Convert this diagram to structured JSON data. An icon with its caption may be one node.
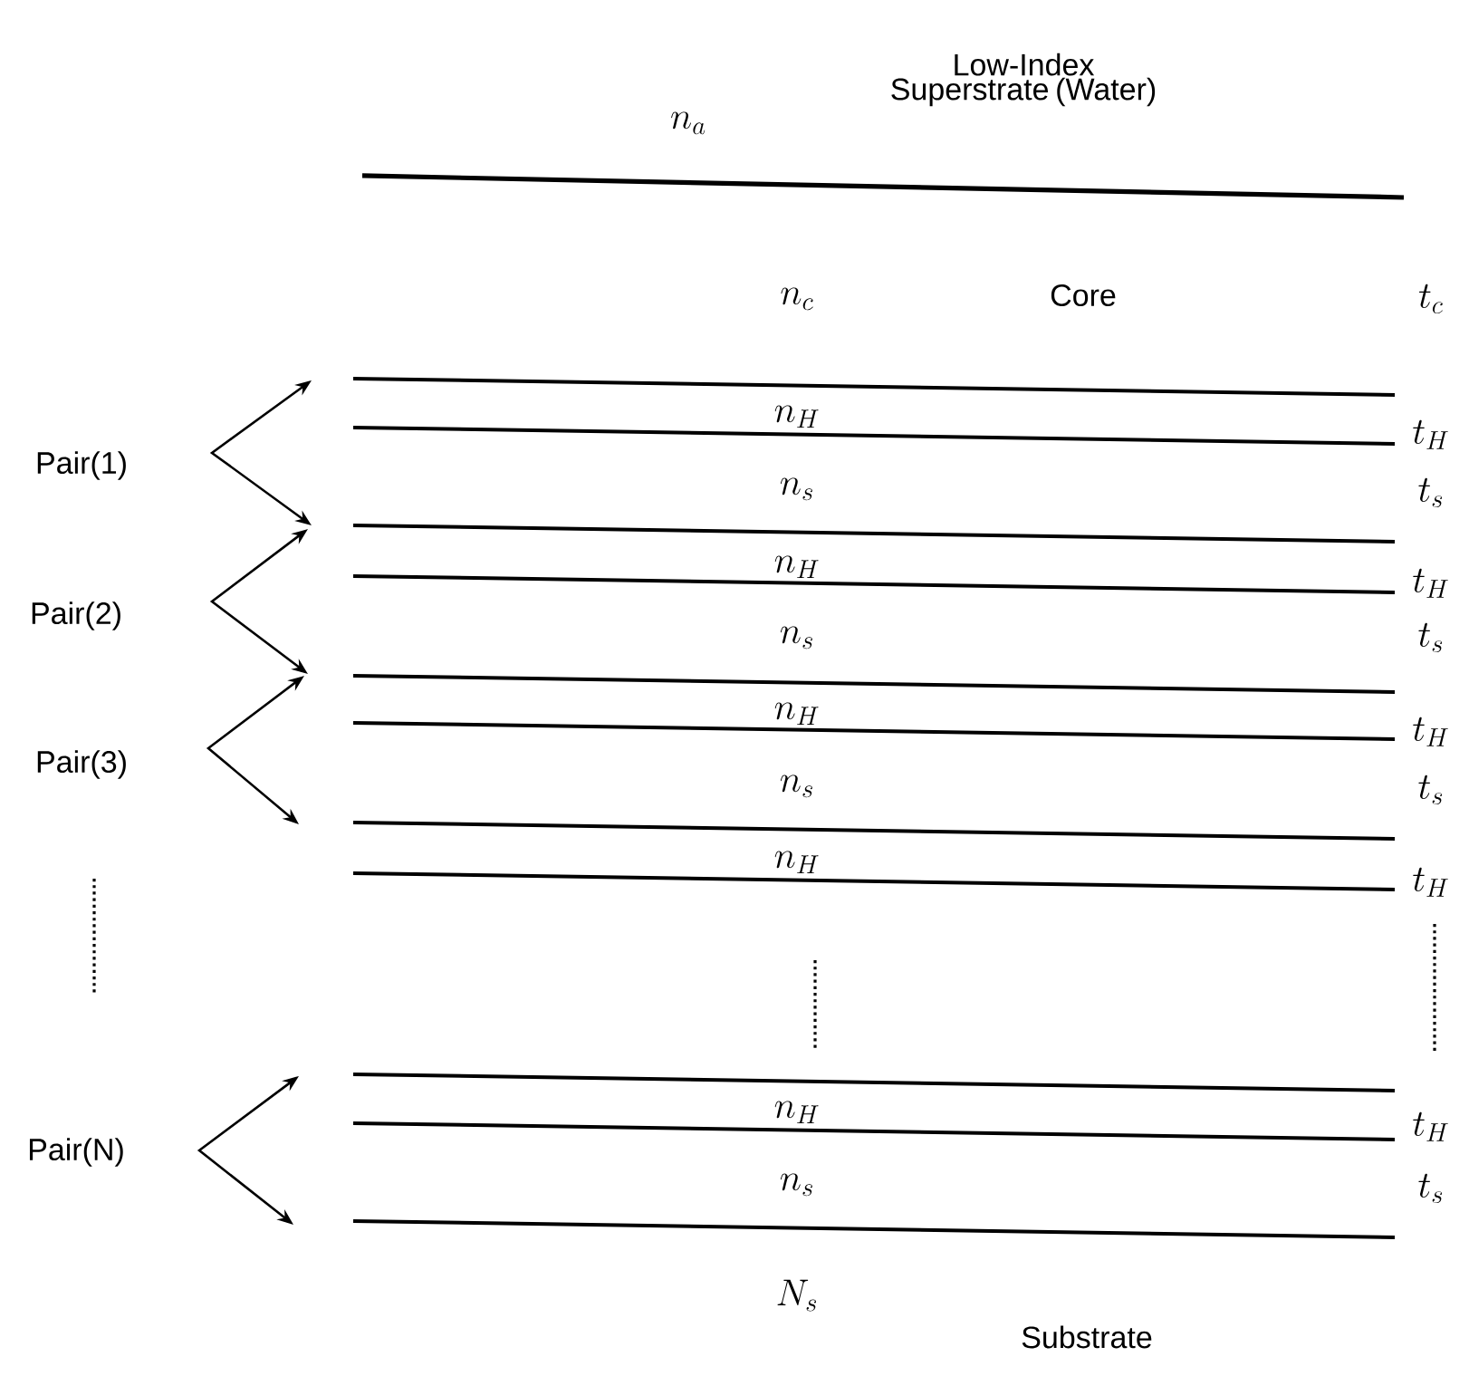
{
  "diagram": {
    "labels": [
      "Low-Index Superstrate (Water)",
      "n_a",
      "n_c",
      "Core",
      "t_c",
      "n_H",
      "t_H",
      "Pair(1)",
      "n_s",
      "t_s",
      "n_H",
      "t_H",
      "Pair(2)",
      "n_s",
      "t_s",
      "n_H",
      "t_H",
      "Pair(3)",
      "n_s",
      "t_s",
      "n_H",
      "t_H",
      "n_H",
      "t_H",
      "Pair(N)",
      "n_s",
      "t_s",
      "N_s",
      "Substrate"
    ]
  }
}
